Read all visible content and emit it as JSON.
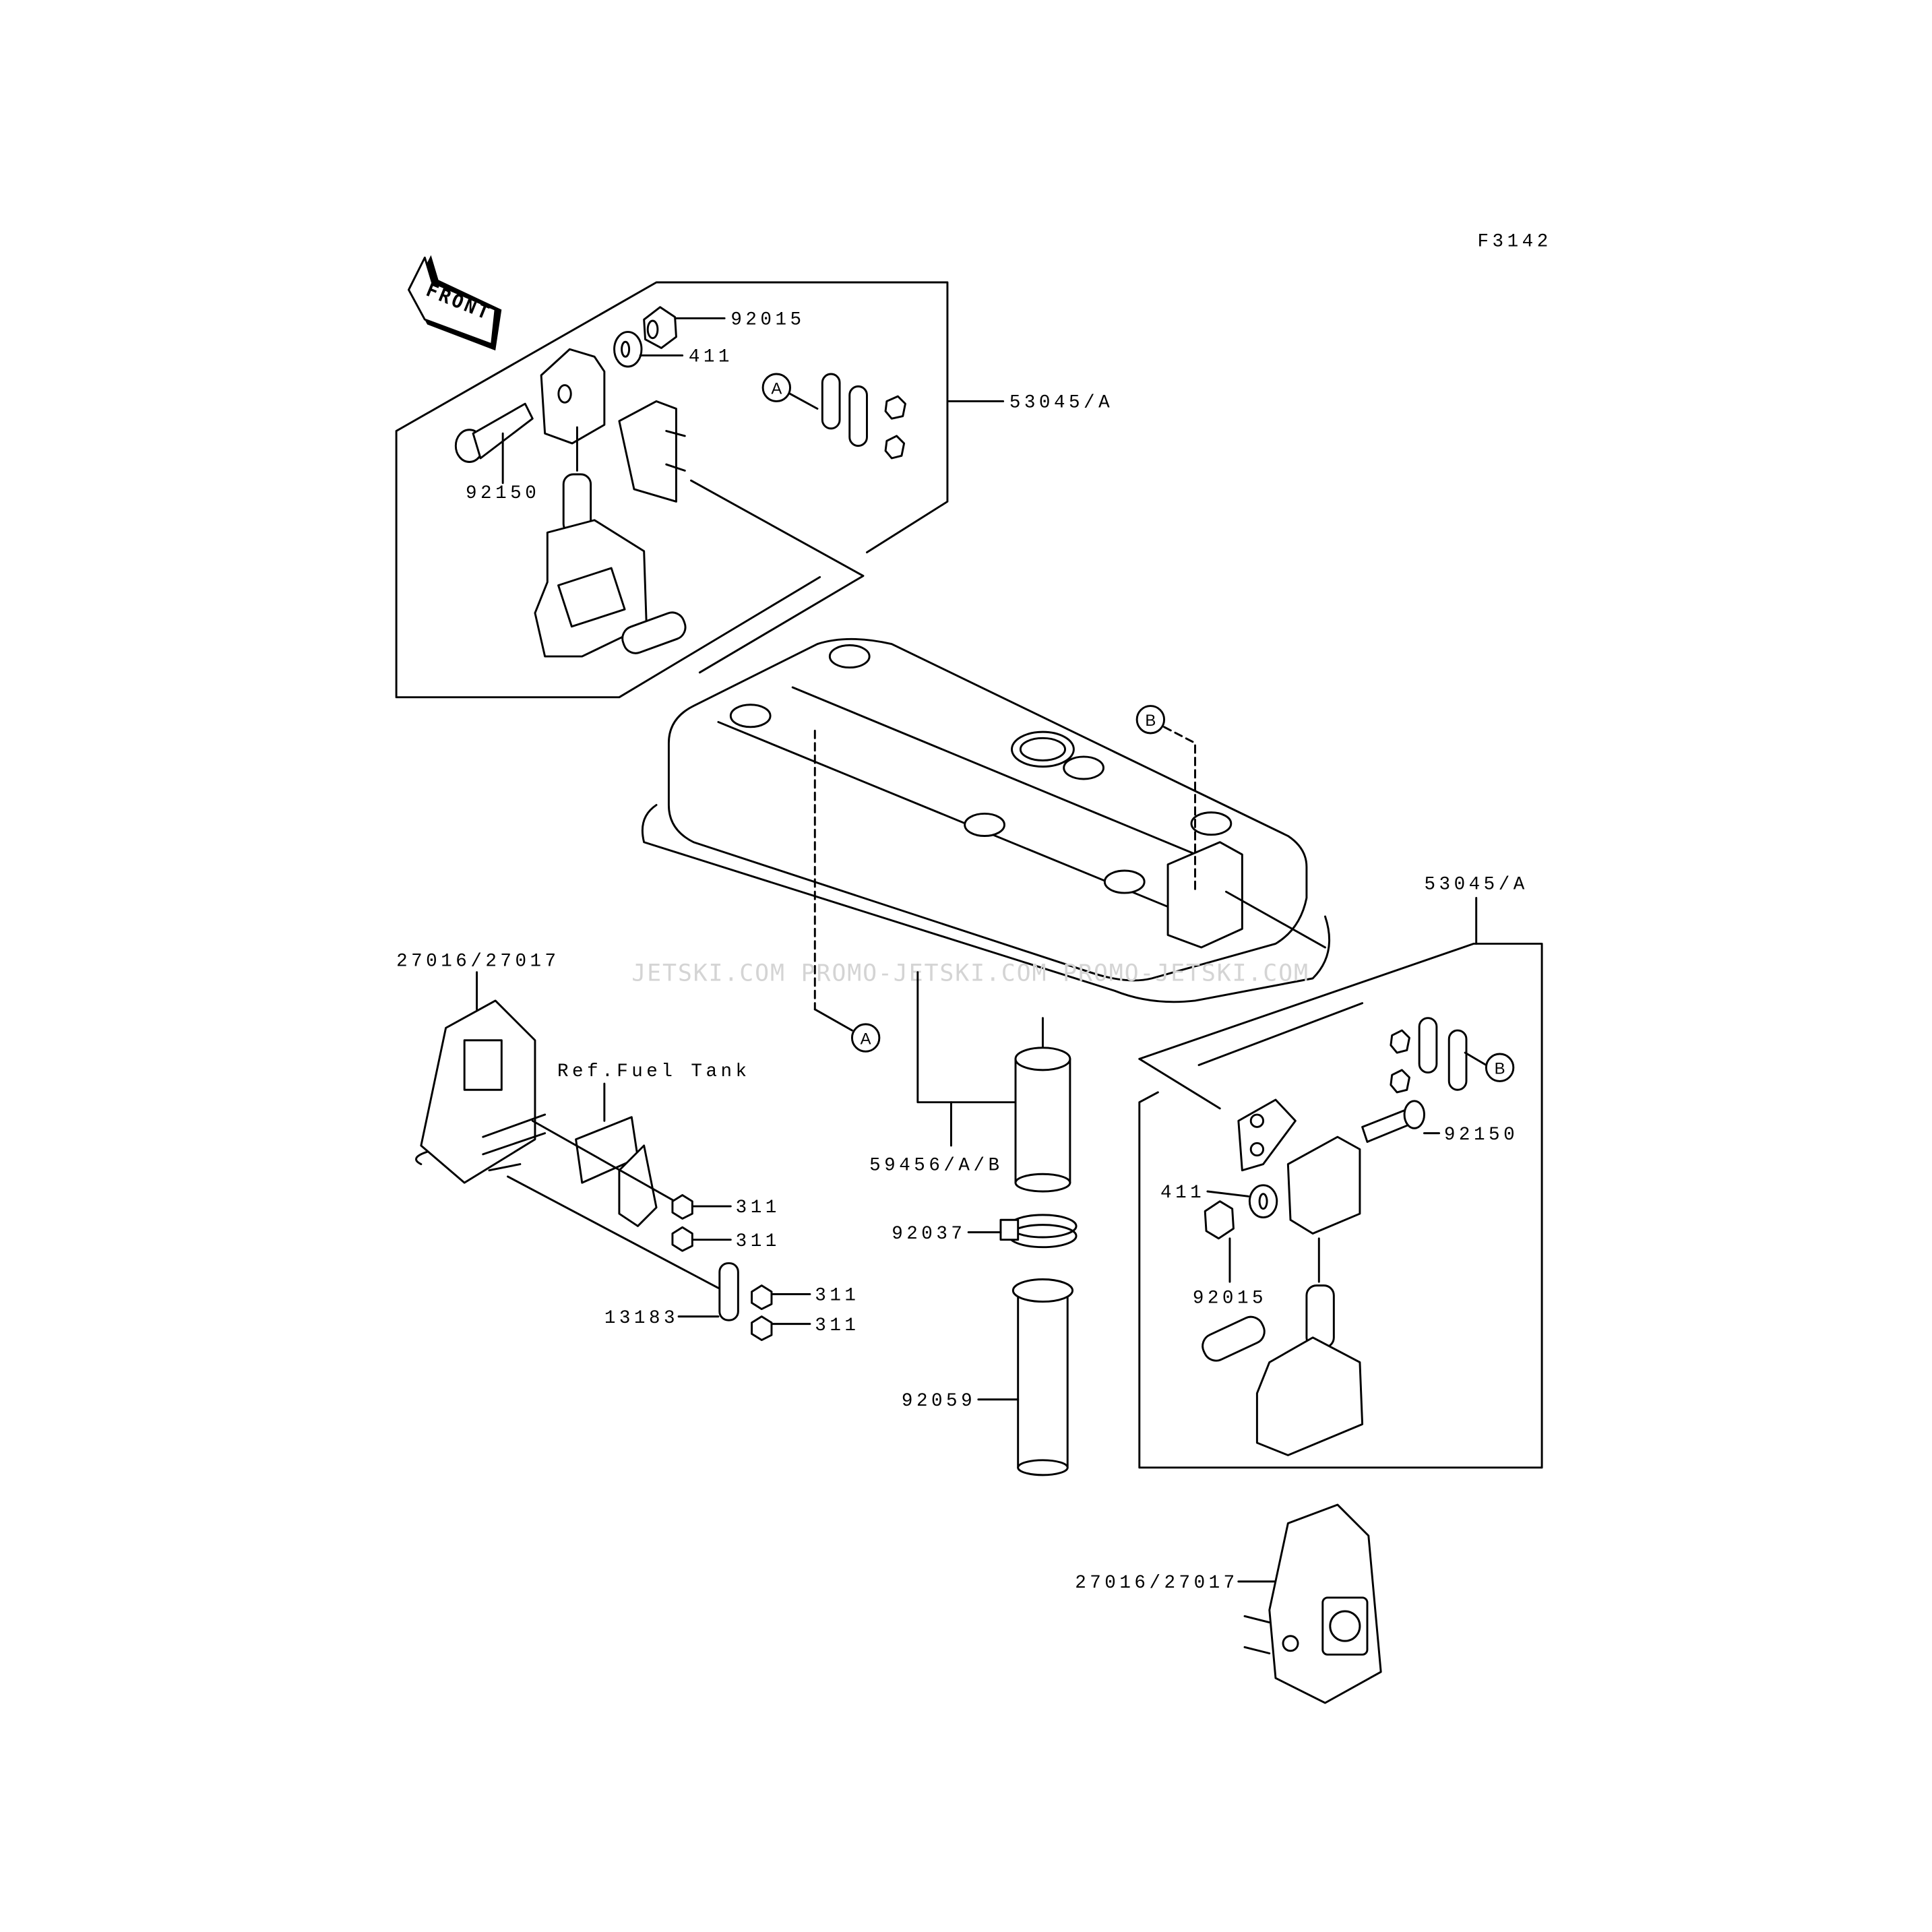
{
  "diagram": {
    "figure_code": "F3142",
    "front_arrow": "FRONT",
    "watermark": "JETSKI.COM  PROMO-JETSKI.COM  PROMO-JETSKI.COM",
    "ref_label": "Ref.Fuel Tank",
    "callouts": {
      "a1": "A",
      "a2": "A",
      "b1": "B",
      "b2": "B"
    },
    "labels": {
      "nut_top": "92015",
      "washer_top": "411",
      "mount_kit_top": "53045/A",
      "bolt_top": "92150",
      "mount_kit_right": "53045/A",
      "pad_left": "27016/27017",
      "bolt_right": "92150",
      "hose_upper": "59456/A/B",
      "washer_right": "411",
      "nut_1": "311",
      "nut_2": "311",
      "clamp": "92037",
      "nut_right": "92015",
      "nut_3": "311",
      "nut_4": "311",
      "plate": "13183",
      "tube_lower": "92059",
      "pad_bottom": "27016/27017"
    }
  }
}
